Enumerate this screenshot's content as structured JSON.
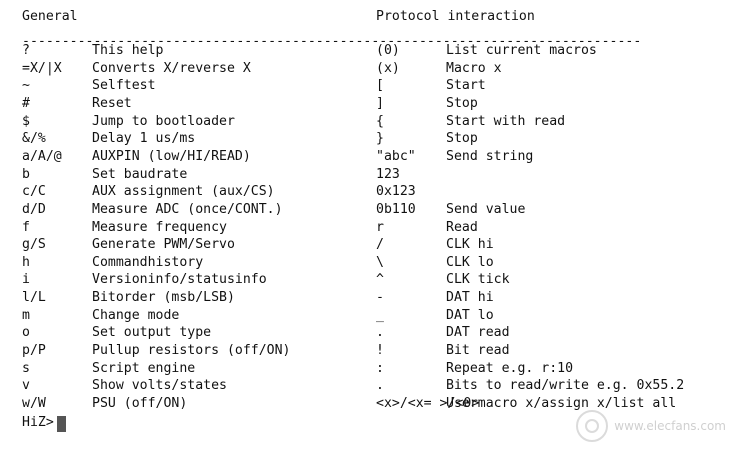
{
  "headers": {
    "general": "General",
    "protocol": "Protocol interaction"
  },
  "rule": "------------------------------------------------------------------------------",
  "rows": [
    {
      "cmd": "?",
      "desc": "This help",
      "pkey": "(0)",
      "pdesc": "List current macros"
    },
    {
      "cmd": "=X/|X",
      "desc": "Converts X/reverse X",
      "pkey": "(x)",
      "pdesc": "Macro x"
    },
    {
      "cmd": "~",
      "desc": "Selftest",
      "pkey": "[",
      "pdesc": "Start"
    },
    {
      "cmd": "#",
      "desc": "Reset",
      "pkey": "]",
      "pdesc": "Stop"
    },
    {
      "cmd": "$",
      "desc": "Jump to bootloader",
      "pkey": "{",
      "pdesc": "Start with read"
    },
    {
      "cmd": "&/%",
      "desc": "Delay 1 us/ms",
      "pkey": "}",
      "pdesc": "Stop"
    },
    {
      "cmd": "a/A/@",
      "desc": "AUXPIN (low/HI/READ)",
      "pkey": "\"abc\"",
      "pdesc": "Send string"
    },
    {
      "cmd": "b",
      "desc": "Set baudrate",
      "pkey": "123",
      "pdesc": ""
    },
    {
      "cmd": "c/C",
      "desc": "AUX assignment (aux/CS)",
      "pkey": "0x123",
      "pdesc": ""
    },
    {
      "cmd": "d/D",
      "desc": "Measure ADC (once/CONT.)",
      "pkey": "0b110",
      "pdesc": "Send value"
    },
    {
      "cmd": "f",
      "desc": "Measure frequency",
      "pkey": "r",
      "pdesc": "Read"
    },
    {
      "cmd": "g/S",
      "desc": "Generate PWM/Servo",
      "pkey": "/",
      "pdesc": "CLK hi"
    },
    {
      "cmd": "h",
      "desc": "Commandhistory",
      "pkey": "\\",
      "pdesc": "CLK lo"
    },
    {
      "cmd": "i",
      "desc": "Versioninfo/statusinfo",
      "pkey": "^",
      "pdesc": "CLK tick"
    },
    {
      "cmd": "l/L",
      "desc": "Bitorder (msb/LSB)",
      "pkey": "-",
      "pdesc": "DAT hi"
    },
    {
      "cmd": "m",
      "desc": "Change mode",
      "pkey": "_",
      "pdesc": "DAT lo"
    },
    {
      "cmd": "o",
      "desc": "Set output type",
      "pkey": ".",
      "pdesc": "DAT read"
    },
    {
      "cmd": "p/P",
      "desc": "Pullup resistors (off/ON)",
      "pkey": "!",
      "pdesc": "Bit read"
    },
    {
      "cmd": "s",
      "desc": "Script engine",
      "pkey": ":",
      "pdesc": "Repeat e.g. r:10"
    },
    {
      "cmd": "v",
      "desc": "Show volts/states",
      "pkey": ".",
      "pdesc": "Bits to read/write e.g. 0x55.2"
    },
    {
      "cmd": "w/W",
      "desc": "PSU (off/ON)",
      "pkey": "<x>/<x= >/<0>",
      "pdesc": "Usermacro x/assign x/list all"
    }
  ],
  "prompt": "HiZ>",
  "watermark": {
    "text": "www.elecfans.com"
  }
}
